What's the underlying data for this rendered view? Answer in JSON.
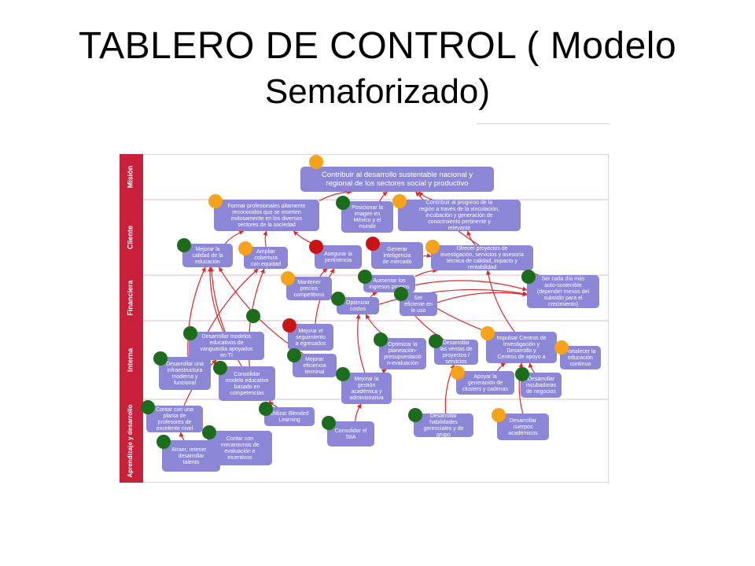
{
  "slide": {
    "title_line1": "TABLERO DE CONTROL ( Modelo",
    "title_line2": "Semaforizado)"
  },
  "colors": {
    "band": "#c8203a",
    "node_fill": "#8b86d6",
    "node_text": "#ffffff",
    "arrow": "#e0272c",
    "grid": "#e6b9bd",
    "green": "#1b6d1b",
    "orange": "#f6a21a",
    "red": "#c81414"
  },
  "perspectives": [
    "Misión",
    "Cliente",
    "Financiera",
    "Interna",
    "Aprendizaje y desarrollo"
  ],
  "nodes": [
    {
      "id": "n1",
      "lines": [
        "Contribuir al desarrollo sustentable nacional y",
        "regional de los sectores social y productivo"
      ]
    },
    {
      "id": "n2",
      "lines": [
        "Formar profesionales altamente",
        "reconocidos que se inserten",
        "exitosamente en los diversos",
        "sectores de la sociedad"
      ]
    },
    {
      "id": "n3",
      "lines": [
        "Posicionar la",
        "imagen en",
        "México y el",
        "mundo"
      ]
    },
    {
      "id": "n4",
      "lines": [
        "Contribuir al progreso de la",
        "región a través de la vinculación,",
        "incubación y generación de",
        "conocimiento pertinente y",
        "relevante"
      ]
    },
    {
      "id": "n5",
      "lines": [
        "Mejorar la",
        "calidad de la",
        "educación"
      ]
    },
    {
      "id": "n6",
      "lines": [
        "Ampliar",
        "cobertura",
        "con equidad"
      ]
    },
    {
      "id": "n7",
      "lines": [
        "Asegurar la",
        "pertinencia"
      ]
    },
    {
      "id": "n8",
      "lines": [
        "Generar",
        "inteligencia",
        "de mercado"
      ]
    },
    {
      "id": "n9",
      "lines": [
        "Ofrecer proyectos de",
        "investigación, servicios y asesoría",
        "técnica de calidad, impacto y",
        "rentabilidad"
      ]
    },
    {
      "id": "n10",
      "lines": [
        "Mantener",
        "precios",
        "competitivos"
      ]
    },
    {
      "id": "n11",
      "lines": [
        "Aumentar los",
        "ingresos propios"
      ]
    },
    {
      "id": "n12",
      "lines": [
        "Ser cada día más",
        "auto-sostenible",
        "(depender menos del",
        "subsidio para el",
        "crecimiento)"
      ]
    },
    {
      "id": "n13",
      "lines": [
        "Optimizar",
        "costos"
      ]
    },
    {
      "id": "n14",
      "lines": [
        "Ser",
        "eficiente en",
        "le uso"
      ]
    },
    {
      "id": "n15",
      "lines": [
        "Desarrollar modelos",
        "educativos de",
        "vanguardia apoyados",
        "en TI"
      ]
    },
    {
      "id": "n16",
      "lines": [
        "Mejorar el",
        "seguimiento",
        "a egresados"
      ]
    },
    {
      "id": "n17",
      "lines": [
        "Optimizar la",
        "planeación-",
        "presupuestació",
        "n-evaluación"
      ]
    },
    {
      "id": "n18",
      "lines": [
        "Desarrollar",
        "las ventas de",
        "proyectos /",
        "servicios"
      ]
    },
    {
      "id": "n19",
      "lines": [
        "Impulsar Centros de",
        "Investigación y",
        "Desarrollo y",
        "Centros de apoyo a"
      ]
    },
    {
      "id": "n20",
      "lines": [
        "Fortalecer la",
        "educación",
        "continua"
      ]
    },
    {
      "id": "n21",
      "lines": [
        "Desarrollar una",
        "infraestructura",
        "moderna y",
        "funcional"
      ]
    },
    {
      "id": "n22",
      "lines": [
        "Consolidar",
        "modelo educativo",
        "basado en",
        "competencias"
      ]
    },
    {
      "id": "n23",
      "lines": [
        "Mejorar",
        "eficiencia",
        "terminal"
      ]
    },
    {
      "id": "n24",
      "lines": [
        "Mejorar la",
        "gestión",
        "académica y",
        "administrativa"
      ]
    },
    {
      "id": "n25",
      "lines": [
        "Apoyar la",
        "generación de",
        "clusters y cadenas"
      ]
    },
    {
      "id": "n26",
      "lines": [
        "Desarrollar",
        "incubadoras",
        "de negocios"
      ]
    },
    {
      "id": "n27",
      "lines": [
        "Contar con una",
        "planta de",
        "profesores de",
        "excelente nivel"
      ]
    },
    {
      "id": "n28",
      "lines": [
        "Utilizar Blended",
        "Learning"
      ]
    },
    {
      "id": "n29",
      "lines": [
        "Consolidar el",
        "SIIA"
      ]
    },
    {
      "id": "n30",
      "lines": [
        "Desarrollar",
        "habilidades",
        "gerenciales y de",
        "grupo"
      ]
    },
    {
      "id": "n31",
      "lines": [
        "Desarrollar",
        "cuerpos",
        "académicos"
      ]
    },
    {
      "id": "n32",
      "lines": [
        "Atraer, retener y",
        "desarrollar",
        "talento"
      ]
    },
    {
      "id": "n33",
      "lines": [
        "Contar con",
        "mecanismos de",
        "evaluación e",
        "incentivos"
      ]
    }
  ],
  "indicators": [
    {
      "node": "n1",
      "status": "orange"
    },
    {
      "node": "n2",
      "status": "orange"
    },
    {
      "node": "n3",
      "status": "green"
    },
    {
      "node": "n4",
      "status": "orange"
    },
    {
      "node": "n5",
      "status": "green"
    },
    {
      "node": "n6",
      "status": "orange"
    },
    {
      "node": "n7",
      "status": "red"
    },
    {
      "node": "n8",
      "status": "red"
    },
    {
      "node": "n9",
      "status": "orange"
    },
    {
      "node": "n10",
      "status": "orange"
    },
    {
      "node": "n11",
      "status": "green"
    },
    {
      "node": "n12",
      "status": "green"
    },
    {
      "node": "n13",
      "status": "green"
    },
    {
      "node": "n14",
      "status": "green"
    },
    {
      "node": "n15",
      "status": "green"
    },
    {
      "node": "n16",
      "status": "red"
    },
    {
      "node": "n16b",
      "status": "green"
    },
    {
      "node": "n17",
      "status": "green"
    },
    {
      "node": "n18",
      "status": "green"
    },
    {
      "node": "n19",
      "status": "orange"
    },
    {
      "node": "n20",
      "status": "orange"
    },
    {
      "node": "n21",
      "status": "green"
    },
    {
      "node": "n22",
      "status": "green"
    },
    {
      "node": "n23",
      "status": "green"
    },
    {
      "node": "n24",
      "status": "green"
    },
    {
      "node": "n25",
      "status": "orange"
    },
    {
      "node": "n26",
      "status": "green"
    },
    {
      "node": "n27",
      "status": "green"
    },
    {
      "node": "n28",
      "status": "green"
    },
    {
      "node": "n29",
      "status": "green"
    },
    {
      "node": "n30",
      "status": "green"
    },
    {
      "node": "n31",
      "status": "orange"
    },
    {
      "node": "n32",
      "status": "green"
    },
    {
      "node": "n33",
      "status": "green"
    }
  ]
}
